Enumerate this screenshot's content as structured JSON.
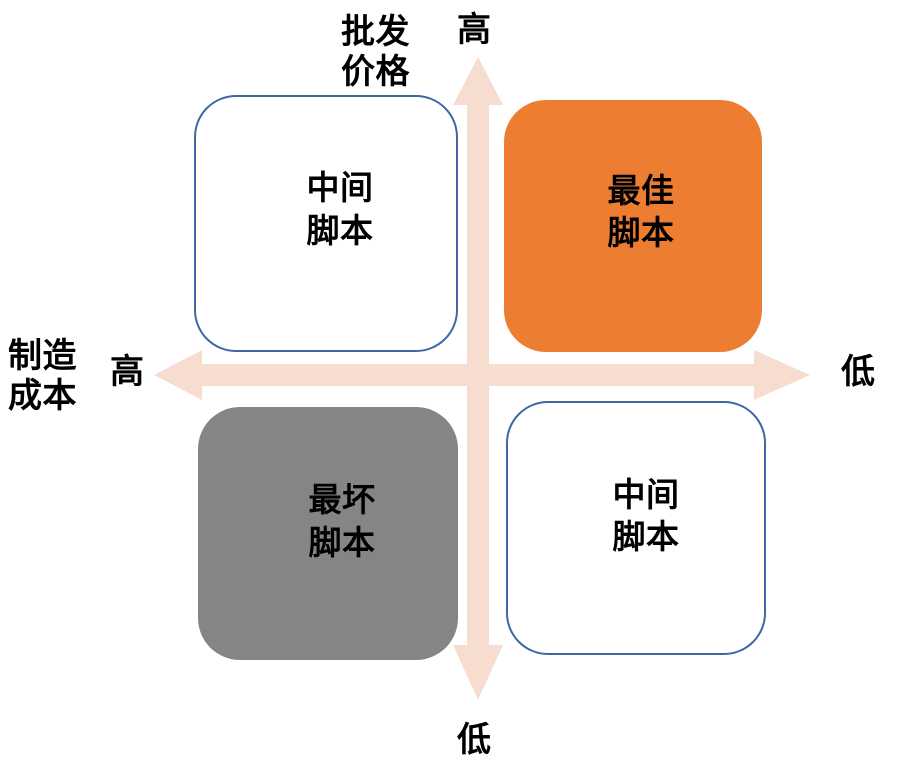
{
  "diagram": {
    "type": "2x2-matrix",
    "axes": {
      "vertical": {
        "title": "批发\n价格",
        "high_label": "高",
        "low_label": "低",
        "arrow_color": "#f7dcd0"
      },
      "horizontal": {
        "title": "制造\n成本",
        "high_label": "高",
        "low_label": "低",
        "arrow_color": "#f7dcd0"
      }
    },
    "quadrants": [
      {
        "id": "top-left",
        "label": "中间\n脚本",
        "style": "outline",
        "fill": "#ffffff",
        "border": "#3f67a5",
        "position": "high-price-high-cost"
      },
      {
        "id": "top-right",
        "label": "最佳\n脚本",
        "style": "filled",
        "fill": "#ed7d31",
        "border": "none",
        "position": "high-price-low-cost"
      },
      {
        "id": "bottom-left",
        "label": "最坏\n脚本",
        "style": "filled",
        "fill": "#858585",
        "border": "none",
        "position": "low-price-high-cost"
      },
      {
        "id": "bottom-right",
        "label": "中间\n脚本",
        "style": "outline",
        "fill": "#ffffff",
        "border": "#3f67a5",
        "position": "low-price-low-cost"
      }
    ]
  }
}
